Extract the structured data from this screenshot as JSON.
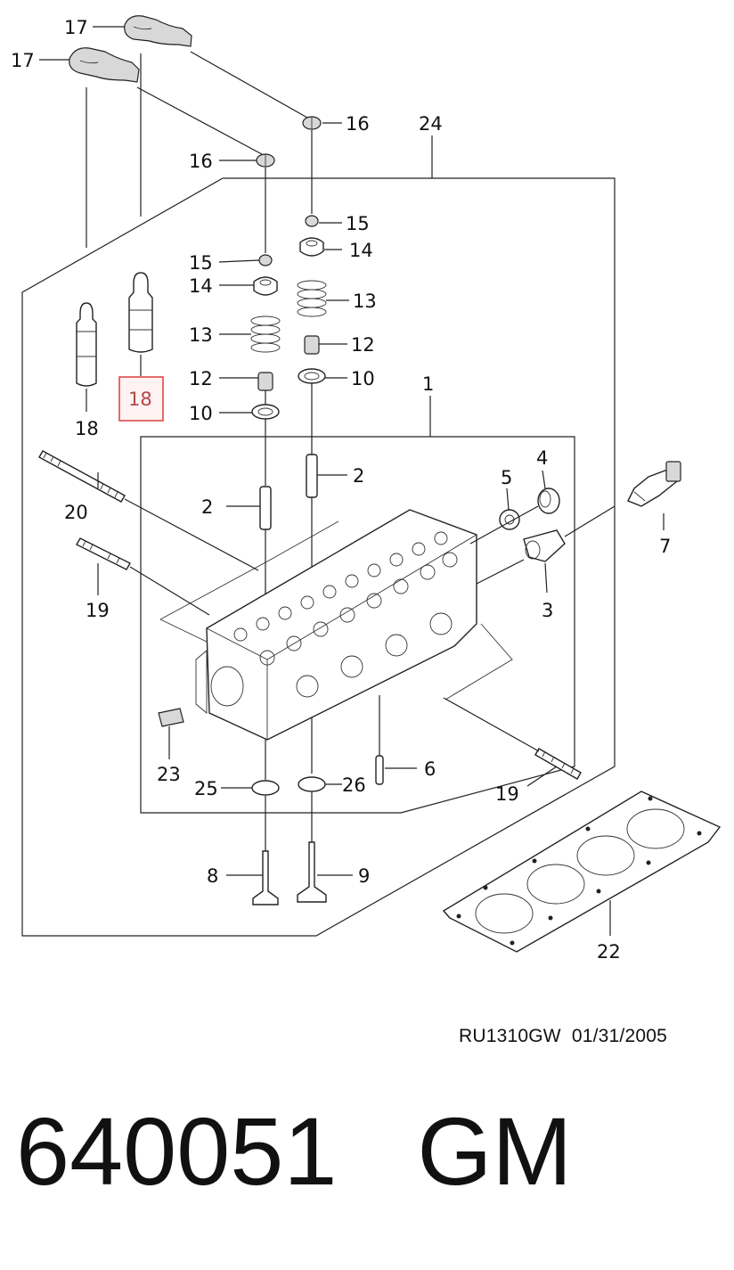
{
  "diagram": {
    "callouts": [
      {
        "id": "17a",
        "label": "17"
      },
      {
        "id": "17b",
        "label": "17"
      },
      {
        "id": "16a",
        "label": "16"
      },
      {
        "id": "16b",
        "label": "16"
      },
      {
        "id": "24",
        "label": "24"
      },
      {
        "id": "15a",
        "label": "15"
      },
      {
        "id": "15b",
        "label": "15"
      },
      {
        "id": "14a",
        "label": "14"
      },
      {
        "id": "14b",
        "label": "14"
      },
      {
        "id": "13a",
        "label": "13"
      },
      {
        "id": "13b",
        "label": "13"
      },
      {
        "id": "12a",
        "label": "12"
      },
      {
        "id": "12b",
        "label": "12"
      },
      {
        "id": "10a",
        "label": "10"
      },
      {
        "id": "10b",
        "label": "10"
      },
      {
        "id": "18a",
        "label": "18"
      },
      {
        "id": "18b",
        "label": "18",
        "highlighted": true
      },
      {
        "id": "1",
        "label": "1"
      },
      {
        "id": "2a",
        "label": "2"
      },
      {
        "id": "2b",
        "label": "2"
      },
      {
        "id": "4",
        "label": "4"
      },
      {
        "id": "5",
        "label": "5"
      },
      {
        "id": "7",
        "label": "7"
      },
      {
        "id": "20",
        "label": "20"
      },
      {
        "id": "19a",
        "label": "19"
      },
      {
        "id": "3",
        "label": "3"
      },
      {
        "id": "23",
        "label": "23"
      },
      {
        "id": "6",
        "label": "6"
      },
      {
        "id": "25",
        "label": "25"
      },
      {
        "id": "26",
        "label": "26"
      },
      {
        "id": "19b",
        "label": "19"
      },
      {
        "id": "8",
        "label": "8"
      },
      {
        "id": "9",
        "label": "9"
      },
      {
        "id": "22",
        "label": "22"
      }
    ],
    "highlight_color": "#e04848",
    "reference": "RU1310GW  01/31/2005"
  },
  "footer": {
    "part_number": "640051",
    "brand": "GM"
  }
}
